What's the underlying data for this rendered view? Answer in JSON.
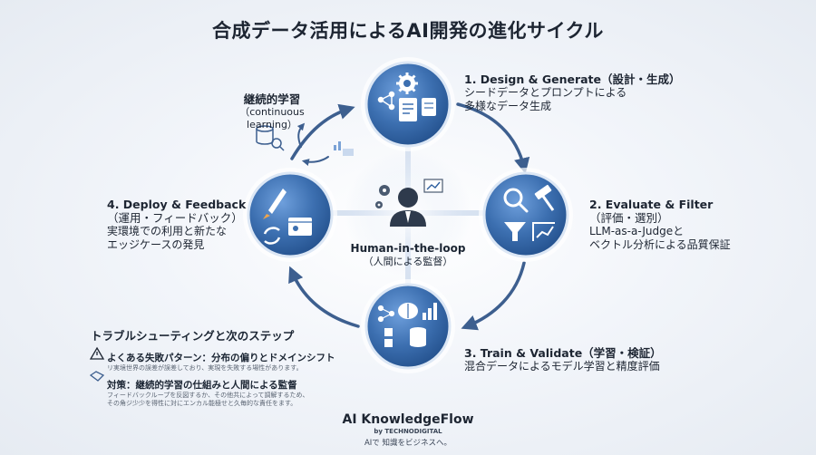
{
  "title": "合成データ活用によるAI開発の進化サイクル",
  "steps": {
    "design": {
      "title": "1. Design & Generate（設計・生成）",
      "line1": "シードデータとプロンプトによる",
      "line2": "多様なデータ生成"
    },
    "evaluate": {
      "title": "2. Evaluate & Filter",
      "subtitle": "（評価・選別）",
      "line1": "LLM-as-a-Judgeと",
      "line2": "ベクトル分析による品質保証"
    },
    "train": {
      "title": "3. Train & Validate（学習・検証）",
      "line1": "混合データによるモデル学習と精度評価"
    },
    "deploy": {
      "title": "4. Deploy & Feedback",
      "subtitle": "（運用・フィードバック）",
      "line1": "実環境での利用と新たな",
      "line2": "エッジケースの発見"
    }
  },
  "continuous": {
    "title": "継続的学習",
    "subtitle": "（continuous learning）"
  },
  "center": {
    "title": "Human-in-the-loop",
    "subtitle": "（人間による監督）"
  },
  "troubleshooting": {
    "heading": "トラブルシューティングと次のステップ",
    "items": [
      {
        "label": "よくある失敗パターン：分布の偏りとドメインシフト",
        "desc": "リ実境世界の誤差が誤差しており、実現を失敗する場性があります。",
        "icon": "warning-icon"
      },
      {
        "label": "対策：継続的学習の仕組みと人間による監督",
        "desc1": "フィードバックループを反図するか、その他共によって調解するため、",
        "desc2": "その角ジ少少を得性に対にエンカル能極せと久毎的な責任をます。",
        "icon": "handshake-icon"
      }
    ]
  },
  "brand": {
    "name": "AI KnowledgeFlow",
    "by": "by TECHNODIGITAL",
    "tagline": "AIで 知識をビジネスへ。"
  },
  "colors": {
    "node": "#2e5f9e",
    "node_light": "#5b8fd0",
    "arrow": "#3d5f8f",
    "background": "#eef2f7"
  },
  "icons": [
    "gear-icon",
    "network-icon",
    "document-icon",
    "magnifier-icon",
    "gavel-icon",
    "funnel-icon",
    "chart-icon",
    "brain-icon",
    "database-icon",
    "rocket-icon",
    "browser-icon",
    "recycle-icon",
    "person-icon",
    "presentation-icon"
  ]
}
